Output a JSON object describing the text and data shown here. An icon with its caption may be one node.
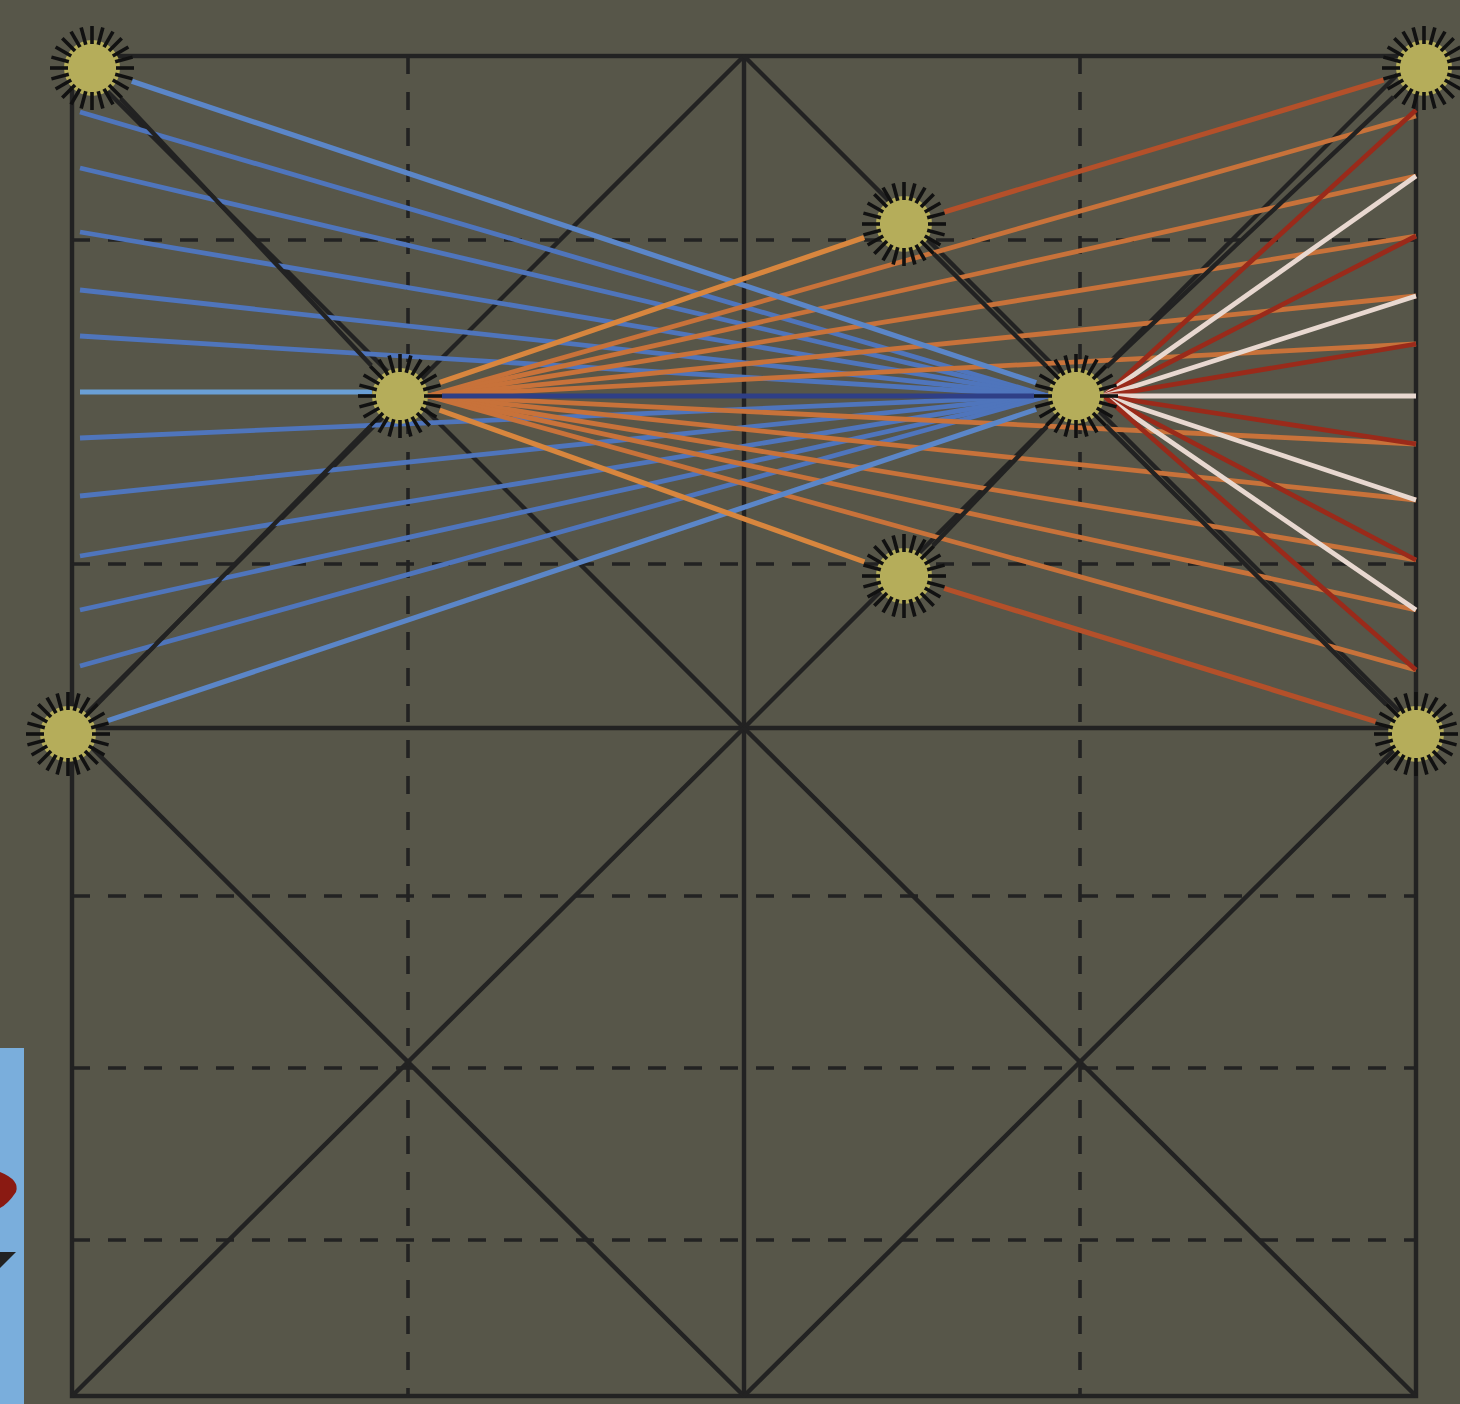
{
  "diagram": {
    "nodes": [
      {
        "text": [],
        "shape": "circle"
      },
      {
        "text": [],
        "shape": "circle"
      },
      {
        "text": [],
        "shape": "circle"
      },
      {
        "text": [],
        "shape": "circle"
      },
      {
        "text": [],
        "shape": "circle"
      },
      {
        "text": [],
        "shape": "circle"
      },
      {
        "text": [],
        "shape": "circle"
      },
      {
        "text": [],
        "shape": "circle"
      }
    ],
    "edges": [
      {
        "from": 0,
        "to": 4,
        "arrow": "none",
        "color": "#5b86c8"
      },
      {
        "from": 6,
        "to": 4,
        "arrow": "none",
        "color": "#5b86c8"
      },
      {
        "from": 3,
        "to": 2,
        "arrow": "none",
        "color": "#d8863e"
      },
      {
        "from": 2,
        "to": 1,
        "arrow": "none",
        "color": "#b4502a"
      },
      {
        "from": 3,
        "to": 5,
        "arrow": "none",
        "color": "#d8863e"
      },
      {
        "from": 5,
        "to": 7,
        "arrow": "none",
        "color": "#b4502a"
      },
      {
        "from": 0,
        "to": 3,
        "arrow": "none"
      },
      {
        "from": 6,
        "to": 3,
        "arrow": "none"
      },
      {
        "from": 2,
        "to": 4,
        "arrow": "none"
      },
      {
        "from": 4,
        "to": 7,
        "arrow": "none"
      },
      {
        "from": 5,
        "to": 4,
        "arrow": "none"
      },
      {
        "from": 4,
        "to": 1,
        "arrow": "none"
      },
      {
        "from": 3,
        "to": 4,
        "arrow": "none",
        "color": "#2f3f86"
      }
    ]
  }
}
